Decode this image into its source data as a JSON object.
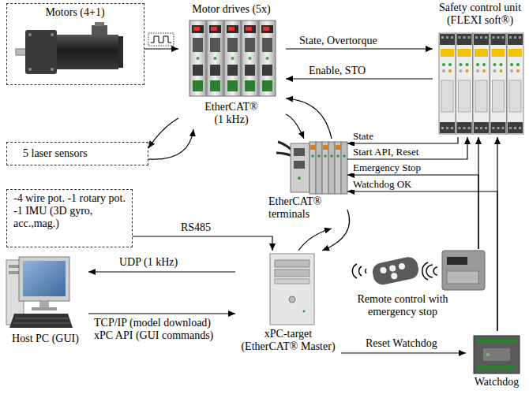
{
  "diagram": {
    "nodes": [
      {
        "text": [
          "Motors (4+1)"
        ]
      },
      {
        "text": [
          "Motor drives (5x)",
          "EtherCAT® (1 kHz)"
        ]
      },
      {
        "text": [
          "Safety control unit (FLEXI soft®)"
        ]
      },
      {
        "text": [
          "5 laser sensors"
        ]
      },
      {
        "text": [
          "-4 wire pot. -1 rotary pot. -1 IMU (3D gyro, acc.,mag.)"
        ]
      },
      {
        "text": [
          "EtherCAT® terminals"
        ]
      },
      {
        "text": [
          "Host PC (GUI)"
        ]
      },
      {
        "text": [
          "xPC-target (EtherCAT® Master)"
        ]
      },
      {
        "text": [
          "Remote control with emergency stop"
        ]
      },
      {
        "text": [
          "Watchdog"
        ]
      }
    ],
    "edges": [
      {
        "from": 0,
        "to": 1,
        "arrow": "to"
      },
      {
        "from": 1,
        "to": 2,
        "label": "State, Overtorque",
        "arrow": "to"
      },
      {
        "from": 2,
        "to": 1,
        "label": "Enable, STO",
        "arrow": "to"
      },
      {
        "from": 1,
        "to": 3,
        "arrow": "to"
      },
      {
        "from": 3,
        "to": 1,
        "arrow": "to"
      },
      {
        "from": 1,
        "to": 5,
        "arrow": "to"
      },
      {
        "from": 5,
        "to": 1,
        "arrow": "to"
      },
      {
        "from": 2,
        "to": 5,
        "label": "State",
        "arrow": "to"
      },
      {
        "from": 5,
        "to": 2,
        "label": "Start API, Reset",
        "arrow": "to"
      },
      {
        "from": 8,
        "to": 5,
        "label": "Emergency Stop",
        "arrow": "to"
      },
      {
        "from": 9,
        "to": 5,
        "label": "Watchdog OK",
        "arrow": "to"
      },
      {
        "from": 8,
        "to": 2,
        "arrow": "to"
      },
      {
        "from": 9,
        "to": 2,
        "arrow": "to"
      },
      {
        "from": 4,
        "to": 7,
        "label": "RS485",
        "arrow": "to"
      },
      {
        "from": 5,
        "to": 7,
        "arrow": "to"
      },
      {
        "from": 7,
        "to": 5,
        "arrow": "to"
      },
      {
        "from": 7,
        "to": 6,
        "label": "UDP (1 kHz)",
        "arrow": "to"
      },
      {
        "from": 6,
        "to": 7,
        "label": "TCP/IP (model download) xPC API (GUI commands)",
        "arrow": "to"
      },
      {
        "from": 7,
        "to": 9,
        "label": "Reset Watchdog",
        "arrow": "to"
      }
    ]
  }
}
